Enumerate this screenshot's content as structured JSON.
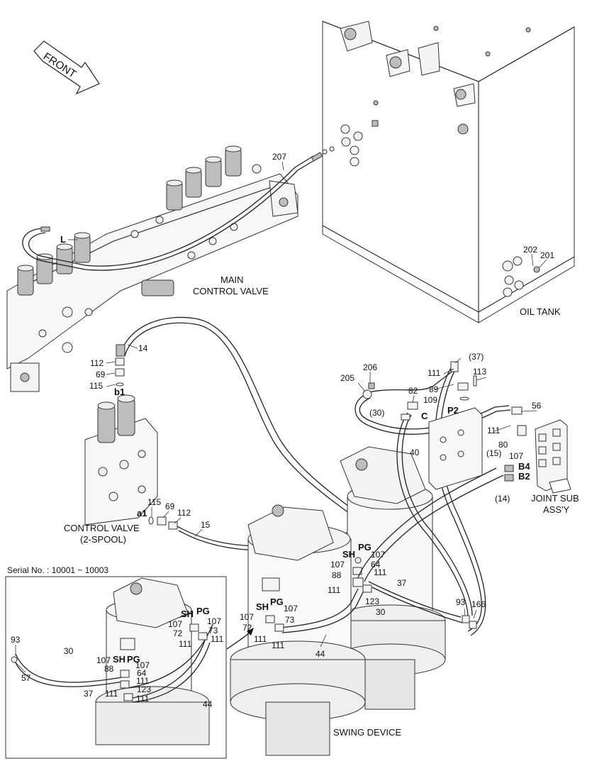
{
  "orientation": {
    "front": "FRONT"
  },
  "captions": {
    "main_control_valve_1": "MAIN",
    "main_control_valve_2": "CONTROL VALVE",
    "oil_tank": "OIL TANK",
    "control_valve_2spool_1": "CONTROL VALVE",
    "control_valve_2spool_2": "(2-SPOOL)",
    "joint_sub_assy_1": "JOINT SUB",
    "joint_sub_assy_2": "ASS'Y",
    "swing_device": "SWING DEVICE",
    "serial_range": "Serial No. : 10001 ~ 10003"
  },
  "port_labels": {
    "L": "L",
    "b1": "b1",
    "a1": "a1",
    "C": "C",
    "P2": "P2",
    "B4": "B4",
    "B2": "B2",
    "SH": "SH",
    "PG": "PG",
    "SH_inset": "SH",
    "PG_inset": "PG"
  },
  "callouts": {
    "c207": "207",
    "c14": "14",
    "c112a": "112",
    "c69a": "69",
    "c115a": "115",
    "c115b": "115",
    "c69b": "69",
    "c112b": "112",
    "c15": "15",
    "c202": "202",
    "c201": "201",
    "c205": "205",
    "c206": "206",
    "c82": "82",
    "c30": "(30)",
    "c40": "40",
    "c37p": "(37)",
    "c111a": "111",
    "c113": "113",
    "c89": "89",
    "c109": "109",
    "c56": "56",
    "c111b": "111",
    "c80": "80",
    "c107a": "107",
    "c15p": "(15)",
    "c14p": "(14)",
    "c107b": "107",
    "c64": "64",
    "c107c": "107",
    "c88": "88",
    "c111c": "111",
    "c111d": "111",
    "c37": "37",
    "c123": "123",
    "c30b": "30",
    "c107d": "107",
    "c107e": "107",
    "c72": "72",
    "c73": "73",
    "c111e": "111",
    "c111f": "111",
    "c44": "44",
    "c93": "93",
    "c166": "166",
    "i107a": "107",
    "i72": "72",
    "i73": "73",
    "i107b": "107",
    "i111a": "111",
    "i111b": "111",
    "i93": "93",
    "i57": "57",
    "i30": "30",
    "i37": "37",
    "i107c": "107",
    "i88": "88",
    "i64": "64",
    "i107d": "107",
    "i111c": "111",
    "i123": "123",
    "i111d": "111",
    "i111e": "111",
    "i44": "44"
  }
}
